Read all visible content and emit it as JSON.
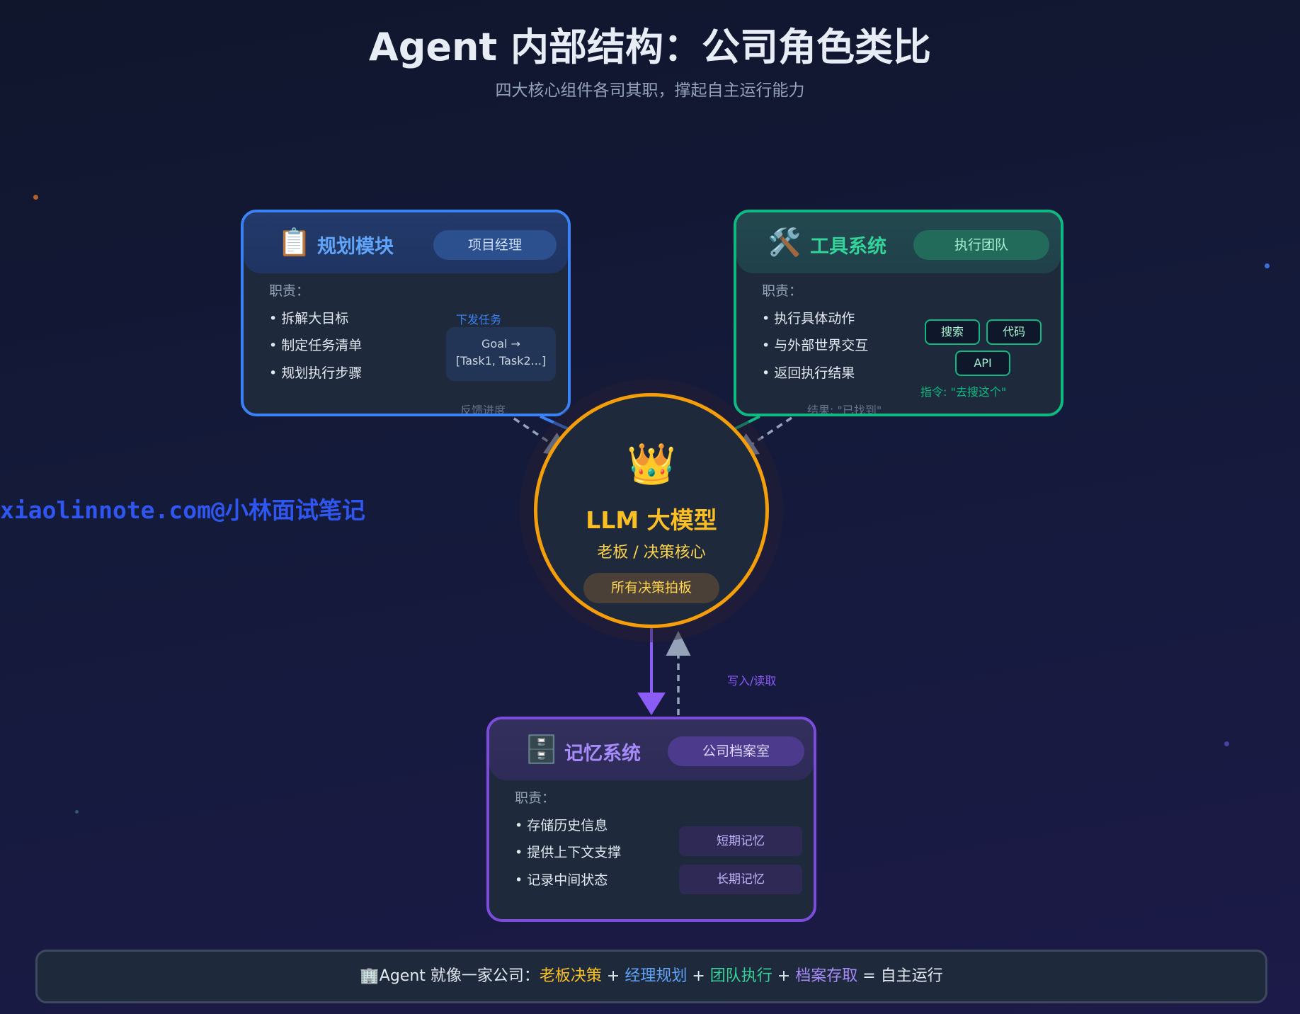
{
  "header": {
    "title": "Agent 内部结构：公司角色类比",
    "subtitle": "四大核心组件各司其职，撑起自主运行能力"
  },
  "watermark": "xiaolinnote.com@小林面试笔记",
  "planning": {
    "icon": "clipboard-icon",
    "icon_glyph": "📋",
    "title": "规划模块",
    "role": "项目经理",
    "duty_label": "职责：",
    "duties": [
      "• 拆解大目标",
      "• 制定任务清单",
      "• 规划执行步骤"
    ],
    "goal_line1": "Goal →",
    "goal_line2": "[Task1, Task2...]",
    "dispatch_label": "下发任务",
    "feedback_label": "反馈进度",
    "color": "#3b82f6"
  },
  "tools": {
    "icon": "hammer-wrench-icon",
    "icon_glyph": "🛠️",
    "title": "工具系统",
    "role": "执行团队",
    "duty_label": "职责：",
    "duties": [
      "• 执行具体动作",
      "• 与外部世界交互",
      "• 返回执行结果"
    ],
    "tags": [
      "搜索",
      "代码",
      "API"
    ],
    "command_label": "指令: \"去搜这个\"",
    "result_label": "结果: \"已找到\"",
    "color": "#10b981"
  },
  "llm": {
    "icon": "crown-icon",
    "icon_glyph": "👑",
    "title": "LLM 大模型",
    "subtitle": "老板 / 决策核心",
    "pill": "所有决策拍板",
    "color": "#f59e0b"
  },
  "memory": {
    "icon": "file-cabinet-icon",
    "icon_glyph": "🗄️",
    "title": "记忆系统",
    "role": "公司档案室",
    "duty_label": "职责：",
    "duties": [
      "• 存储历史信息",
      "• 提供上下文支撑",
      "• 记录中间状态"
    ],
    "tags": [
      "短期记忆",
      "长期记忆"
    ],
    "rw_label": "写入/读取",
    "color": "#8b5cf6"
  },
  "footer": {
    "icon": "office-building-icon",
    "icon_glyph": "🏢",
    "prefix": "Agent 就像一家公司：",
    "p1": "老板决策",
    "plus1": " + ",
    "p2": "经理规划",
    "plus2": " + ",
    "p3": "团队执行",
    "plus3": " + ",
    "p4": "档案存取",
    "eq": " = 自主运行"
  }
}
